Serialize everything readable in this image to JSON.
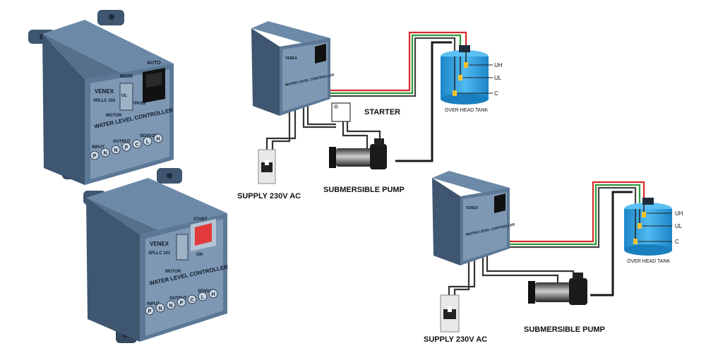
{
  "product": {
    "brand": "VENEX",
    "model_auto": "SPLLC 102",
    "model_start": "SPLLC 101",
    "panel_title": "WATER LEVEL CONTROLLER",
    "main": "MAIN",
    "auto": "AUTO",
    "bypass": "BYPASS",
    "motor": "MOTOR",
    "start": "START",
    "on": "ON",
    "input": "INPUT",
    "output": "OUTPUT",
    "sensor": "SENSOR",
    "terminals": [
      "P",
      "N",
      "N",
      "P",
      "C",
      "L",
      "H"
    ],
    "ul": "UL"
  },
  "diagram_top": {
    "starter": "STARTER",
    "supply": "SUPPLY 230V AC",
    "pump": "SUBMERSIBLE PUMP",
    "tank": "OVER HEAD TANK",
    "uh": "UH",
    "ul": "UL",
    "c": "C"
  },
  "diagram_bottom": {
    "supply": "SUPPLY 230V AC",
    "pump": "SUBMERSIBLE PUMP",
    "tank": "OVER HEAD TANK",
    "uh": "UH",
    "ul": "UL",
    "c": "C"
  },
  "colors": {
    "box_front": "#5c7896",
    "box_side": "#3f5670",
    "box_top": "#6d89a8",
    "face": "#7e98b3",
    "wire_red": "#d62a2a",
    "wire_green": "#2f9a3a",
    "wire_black": "#1a1a1a",
    "tank_water": "#2b9fe0",
    "switch_red": "#e23a3a"
  }
}
